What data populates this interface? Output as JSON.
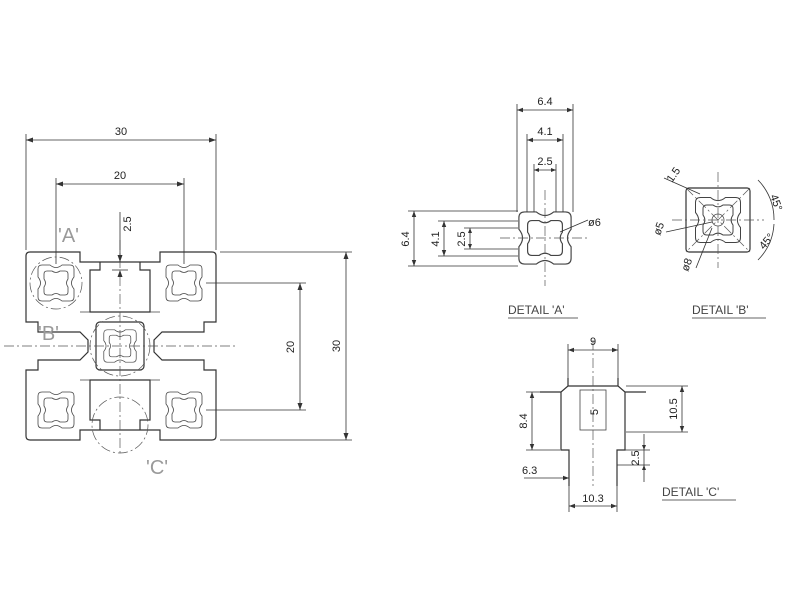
{
  "main_view": {
    "dims": {
      "width_overall": "30",
      "slot_pitch_h": "20",
      "slot_depth": "2.5",
      "slot_pitch_v": "20",
      "height_overall": "30"
    },
    "labels": {
      "a": "'A'",
      "b": "'B'",
      "c": "'C'"
    }
  },
  "detail_a": {
    "title": "DETAIL 'A'",
    "dims": {
      "w1": "6.4",
      "w2": "4.1",
      "w3": "2.5",
      "h1": "6.4",
      "h2": "4.1",
      "h3": "2.5",
      "dia": "ø6"
    }
  },
  "detail_b": {
    "title": "DETAIL 'B'",
    "dims": {
      "d1": "1.5",
      "d2": "45°",
      "d3": "45°",
      "d4": "ø5",
      "d5": "ø8"
    }
  },
  "detail_c": {
    "title": "DETAIL 'C'",
    "dims": {
      "top": "9",
      "slot": "5",
      "left_h": "8.4",
      "right_h": "10.5",
      "lower_left": "6.3",
      "lower_right": "2.5",
      "bottom": "10.3"
    }
  }
}
